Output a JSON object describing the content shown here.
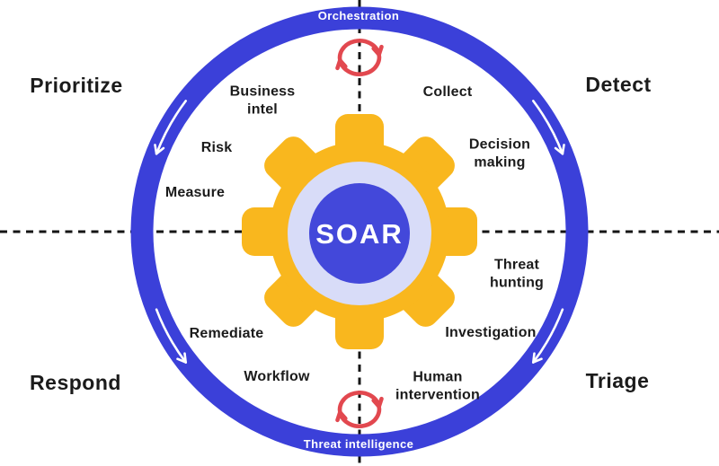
{
  "diagram": {
    "center_label": "SOAR",
    "ring": {
      "top_label": "Orchestration",
      "bottom_label": "Threat intelligence"
    },
    "quadrants": {
      "top_left": "Prioritize",
      "top_right": "Detect",
      "bottom_left": "Respond",
      "bottom_right": "Triage"
    },
    "inner_labels": {
      "business_intel": "Business\nintel",
      "risk": "Risk",
      "measure": "Measure",
      "collect": "Collect",
      "decision_making": "Decision\nmaking",
      "threat_hunting": "Threat\nhunting",
      "investigation": "Investigation",
      "human_intervention": "Human\nintervention",
      "workflow": "Workflow",
      "remediate": "Remediate"
    },
    "colors": {
      "ring_blue": "#3b40d9",
      "center_blue": "#4348da",
      "gear_yellow": "#f9b71e",
      "gear_inner_lavender": "#d8dcf8",
      "sync_arrow_red": "#e2484f",
      "axis_line_black": "#141414",
      "text_black": "#1b1b1b",
      "ring_arrow_white": "#ffffff"
    }
  }
}
